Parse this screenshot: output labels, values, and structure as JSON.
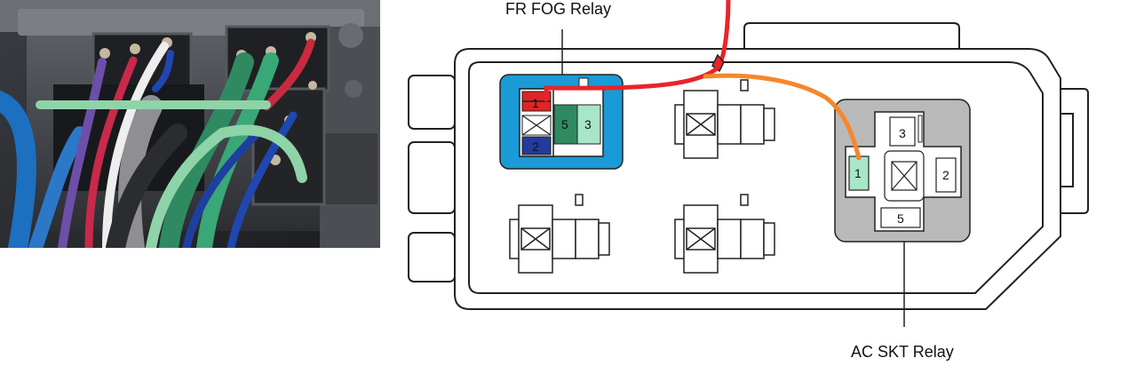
{
  "labels": {
    "fr_fog_relay": "FR FOG Relay",
    "ac_skt_relay": "AC SKT Relay"
  },
  "fr_fog_relay_pins": {
    "p1": "1",
    "p2": "2",
    "p3": "3",
    "p5": "5"
  },
  "ac_skt_relay_pins": {
    "p1": "1",
    "p2": "2",
    "p3": "3",
    "p5": "5"
  },
  "colors": {
    "fr_fog_highlight": "#1a9ad6",
    "ac_skt_highlight": "#b9b9b9",
    "pin1_fr_fog": "#e02424",
    "pin2_fr_fog": "#243a9c",
    "pin5_fr_fog": "#2f8a62",
    "pin3_fr_fog": "#a8e6c8",
    "pin1_ac_skt": "#a8e6c8",
    "wire_red": "#e8242a",
    "wire_orange": "#f5872a"
  }
}
